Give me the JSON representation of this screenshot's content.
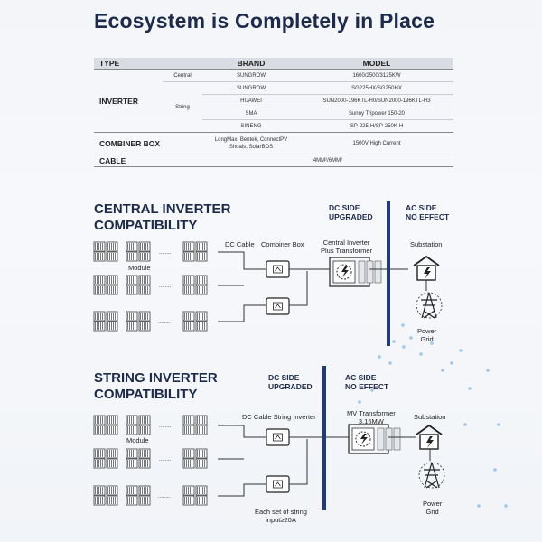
{
  "title": "Ecosystem is Completely in Place",
  "table": {
    "headers": {
      "type": "TYPE",
      "brand": "BRAND",
      "model": "MODEL"
    },
    "inverter_label": "INVERTER",
    "central_label": "Central",
    "string_label": "String",
    "rows": [
      {
        "brand": "SUNGROW",
        "model": "1600/2500/3125KW"
      },
      {
        "brand": "SUNGROW",
        "model": "SG225HX/SG250HX"
      },
      {
        "brand": "HUAWEI",
        "model": "SUN2000-196KTL-H0/SUN2000-196KTL-H3"
      },
      {
        "brand": "SMA",
        "model": "Sunny Tripower 150-20"
      },
      {
        "brand": "SINENG",
        "model": "SP-225-H/SP-250K-H"
      }
    ],
    "combiner_label": "COMBINER BOX",
    "combiner_brand_1": "LongMax, Bentek, ConnectPV",
    "combiner_brand_2": "Shoals, SolarBOS",
    "combiner_model": "1500V High Current",
    "cable_label": "CABLE",
    "cable_model": "4MM²/6MM²"
  },
  "central": {
    "title_1": "CENTRAL INVERTER",
    "title_2": "COMPATIBILITY",
    "dc_note_1": "DC SIDE",
    "dc_note_2": "UPGRADED",
    "ac_note_1": "AC SIDE",
    "ac_note_2": "NO EFFECT",
    "dc_cable": "DC Cable",
    "combiner_box": "Combiner Box",
    "inverter_1": "Central Inverter",
    "inverter_2": "Plus Transformer",
    "substation": "Substation",
    "module": "Module",
    "power_1": "Power",
    "power_2": "Grid"
  },
  "string": {
    "title_1": "STRING INVERTER",
    "title_2": "COMPATIBILITY",
    "dc_note_1": "DC SIDE",
    "dc_note_2": "UPGRADED",
    "ac_note_1": "AC SIDE",
    "ac_note_2": "NO EFFECT",
    "dc_cable_string": "DC Cable String Inverter",
    "mv_1": "MV Transformer",
    "mv_2": "3.15MW",
    "substation": "Substation",
    "module": "Module",
    "note_1": "Each set of string",
    "note_2": "input≥20A",
    "power_1": "Power",
    "power_2": "Grid"
  },
  "colors": {
    "navy": "#1d2a4a",
    "divider": "#1f3c78",
    "accent_dots": "#7fb2dc"
  }
}
